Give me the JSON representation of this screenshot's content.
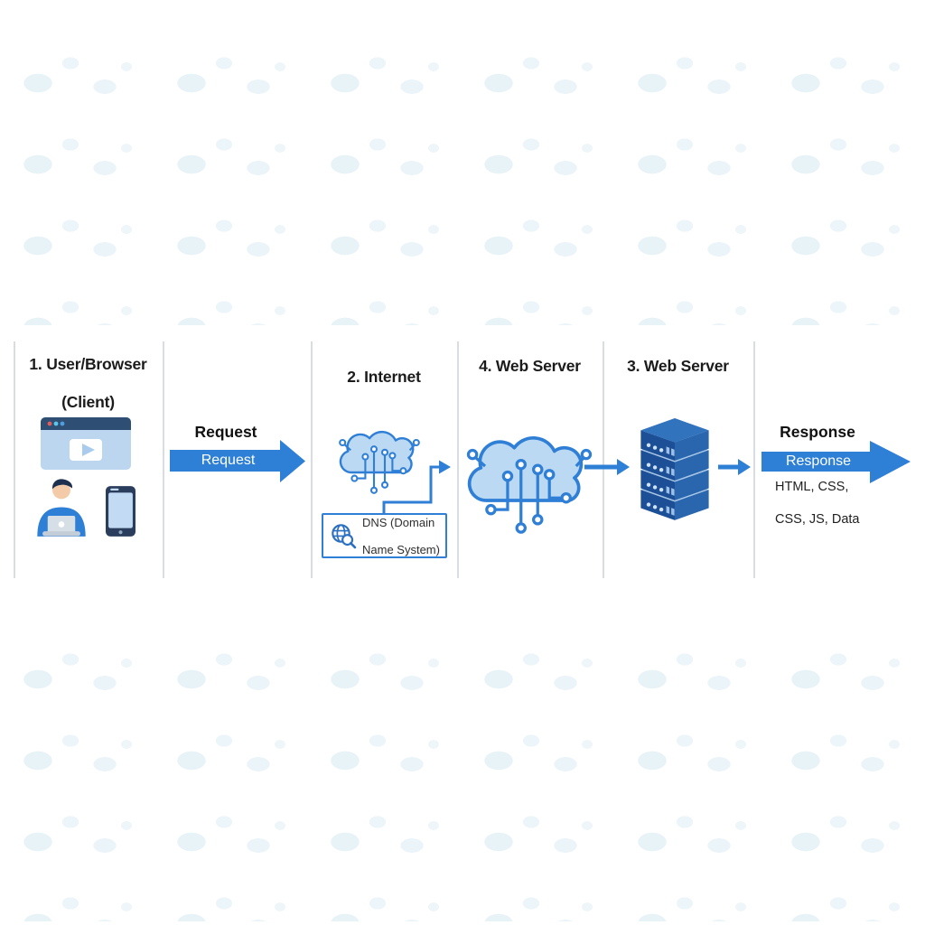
{
  "diagram": {
    "client": {
      "title_line1": "1. User/Browser",
      "title_line2": "(Client)"
    },
    "request": {
      "label": "Request",
      "arrow_label": "Request"
    },
    "internet": {
      "title": "2. Internet",
      "dns_line1": "DNS (Domain",
      "dns_line2": "Name System)"
    },
    "web_server_4": {
      "title": "4. Web Server"
    },
    "web_server_3": {
      "title": "3. Web Server"
    },
    "response": {
      "label": "Response",
      "arrow_label": "Response",
      "payload_line1": "HTML, CSS,",
      "payload_line2": "CSS, JS, Data"
    }
  },
  "icons": {
    "client": [
      "browser-window-icon",
      "person-laptop-icon",
      "smartphone-icon"
    ],
    "internet": "circuit-cloud-icon",
    "dns": "globe-magnifier-icon",
    "web_server_4": "circuit-cloud-icon",
    "web_server_3": "server-stack-icon"
  },
  "colors": {
    "accent_blue": "#2e7fd6",
    "cloud_fill": "#bcd9f4",
    "server_front": "#1d4f97",
    "server_side": "#2a66ad",
    "server_top": "#3273bd",
    "server_rim": "#a7c7e8",
    "browser_bar": "#2e4e74",
    "browser_body": "#bcd6f0",
    "divider": "#d9dde1",
    "heading_text": "#1b1b1b",
    "arrow_text": "#ffffff"
  }
}
